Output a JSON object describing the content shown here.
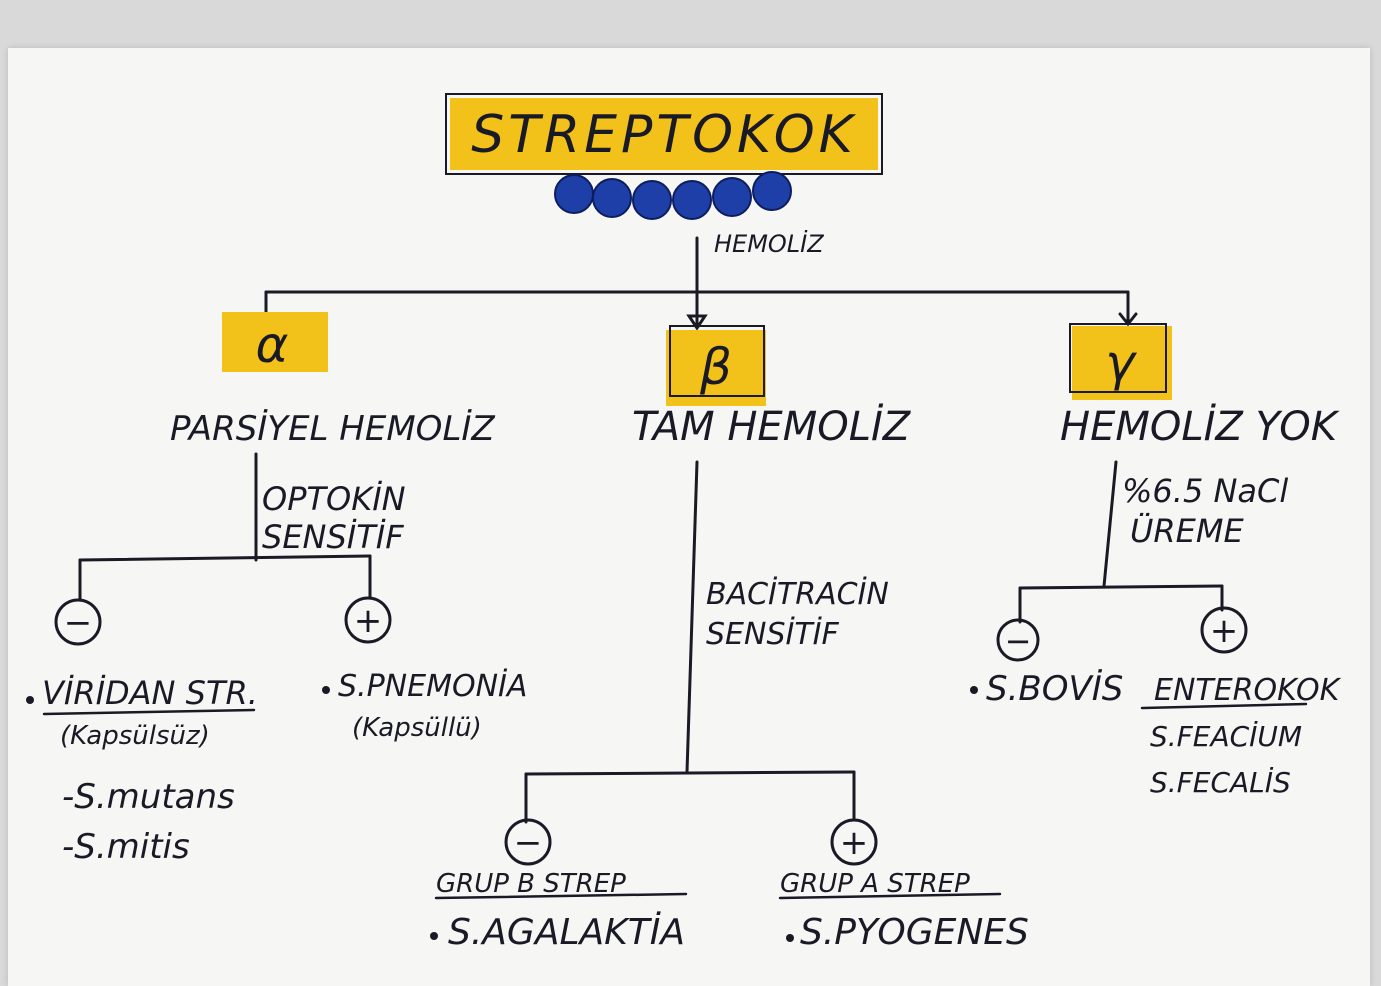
{
  "title": "STREPTOKOK",
  "hemolysis_label": "HEMOLİZ",
  "branches": {
    "alpha": {
      "symbol": "α",
      "description": "PARSİYEL HEMOLİZ",
      "test_line1": "OPTOKİN",
      "test_line2": "SENSİTİF",
      "neg_sign": "−",
      "pos_sign": "+",
      "neg_title": "VİRİDAN STR.",
      "neg_note": "(Kapsülsüz)",
      "neg_items": [
        "-S.mutans",
        "-S.mitis"
      ],
      "pos_title": "S.PNEMONİA",
      "pos_note": "(Kapsüllü)"
    },
    "beta": {
      "symbol": "β",
      "description": "TAM HEMOLİZ",
      "test_line1": "BACİTRACİN",
      "test_line2": "SENSİTİF",
      "neg_sign": "−",
      "pos_sign": "+",
      "neg_group": "GRUP B STREP",
      "neg_species": "S.AGALAKTİA",
      "pos_group": "GRUP A STREP",
      "pos_species": "S.PYOGENES"
    },
    "gamma": {
      "symbol": "γ",
      "description": "HEMOLİZ YOK",
      "test_line1": "%6.5 NaCl",
      "test_line2": "ÜREME",
      "neg_sign": "−",
      "pos_sign": "+",
      "neg_species": "S.BOVİS",
      "pos_group": "ENTEROKOK",
      "pos_items": [
        "S.FEACİUM",
        "S.FECALİS"
      ]
    }
  },
  "colors": {
    "highlight": "#f2c21b",
    "ink": "#1a1a26",
    "cocci": "#1f3fa8",
    "paper": "#f6f6f4"
  }
}
